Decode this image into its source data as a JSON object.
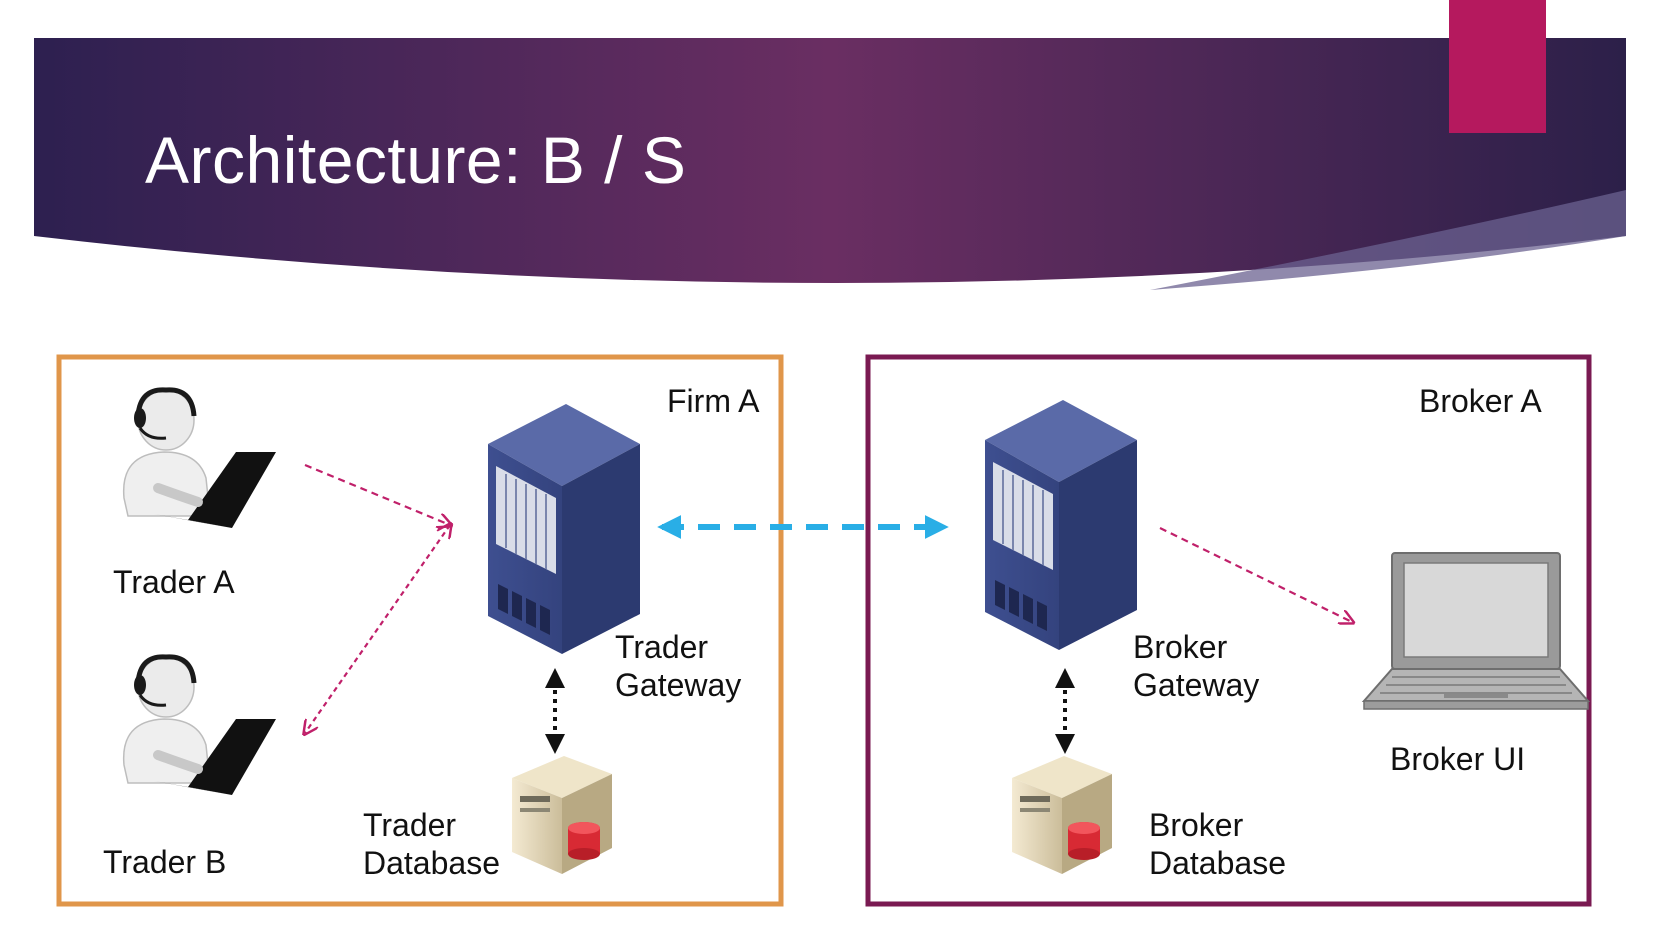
{
  "slide": {
    "title": "Architecture: B / S",
    "colors": {
      "header_dark": "#2a1f49",
      "header_mid": "#6b2e63",
      "accent_tab": "#b5195e",
      "firm_border": "#e0964a",
      "broker_border": "#7a1a52",
      "link_blue": "#29aee6",
      "link_magenta": "#c0206a"
    }
  },
  "firm": {
    "name": "Firm A",
    "trader_a": "Trader A",
    "trader_b": "Trader B",
    "gateway": [
      "Trader",
      "Gateway"
    ],
    "database": [
      "Trader",
      "Database"
    ]
  },
  "broker": {
    "name": "Broker A",
    "gateway": [
      "Broker",
      "Gateway"
    ],
    "database": [
      "Broker",
      "Database"
    ],
    "ui": "Broker UI"
  },
  "icons": {
    "trader": "trader-headset-laptop-icon",
    "gateway": "server-rack-icon",
    "database": "database-server-icon",
    "ui": "laptop-icon"
  }
}
